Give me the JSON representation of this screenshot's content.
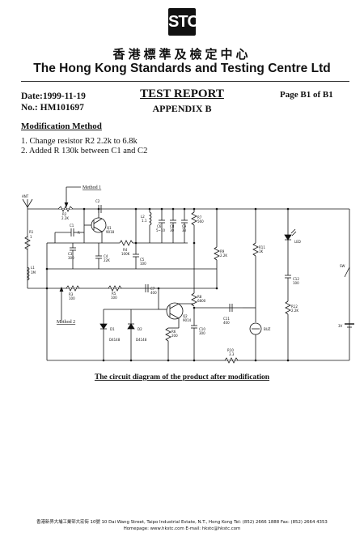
{
  "header": {
    "logo_text": "STC",
    "org_name_cn": "香港標準及檢定中心",
    "org_name_en": "The Hong Kong Standards and Testing Centre Ltd"
  },
  "report": {
    "date": "Date:1999-11-19",
    "number": "No.: HM101697",
    "title": "TEST REPORT",
    "appendix": "APPENDIX B",
    "page": "Page B1 of B1"
  },
  "modification": {
    "heading": "Modification Method",
    "items": [
      "1.  Change resistor R2 2.2k to 6.8k",
      "2.  Added R 130k between C1 and C2"
    ]
  },
  "circuit": {
    "method_1_label": "Method 1",
    "method_2_label": "Method 2",
    "components": {
      "ant": "ANT",
      "r2": "R2",
      "r2_val": "2.2K",
      "c2": "C2",
      "c2_val": "3",
      "q1": "Q1",
      "q1_val": "9018",
      "c1": "C1",
      "c1_val": "3",
      "r1_val": "R",
      "l2": "L2",
      "l2_val": "1.1",
      "c6": "C6",
      "c6_val": "5~10",
      "c8": "C8",
      "c8_val": "30",
      "c9": "C9",
      "c9_val": "33",
      "r7": "R7",
      "r7_val": "560",
      "r1": "R1",
      "r1_v": "1",
      "l1": "L1",
      "l1_val": "1M",
      "c3": "C3",
      "c3_val": "300",
      "c4": "C4",
      "c4_val": "22K",
      "c5": "C5",
      "c5_val": "100",
      "r4": "R4",
      "r4_val": "100K",
      "r3": "R3",
      "r3_val": "100",
      "r5": "R5",
      "r5_val": "100",
      "c7": "C7",
      "c7_val": "400",
      "r8": "R8",
      "r8_val": "6800",
      "r6": "R6",
      "r6_val": "200",
      "q2": "Q2",
      "q2_val": "9014",
      "c10": "C10",
      "c10_val": "300",
      "c11": "C11",
      "c11_val": "400",
      "r9": "R9",
      "r9_val": "2.2K",
      "r11": "R11",
      "r11_val": "1K",
      "led": "LED",
      "sw": "SW",
      "c12": "C12",
      "c12_val": "100",
      "r12": "R12",
      "r12_val": "2.2K",
      "bat": "3V",
      "d1": "D1",
      "d1_val": "D4148",
      "d2": "D2",
      "d2_val": "D4148",
      "r10": "R10",
      "r10_val": "3.3",
      "buzzer": "BUZ"
    }
  },
  "caption": "The circuit diagram of the product after modification",
  "footer": {
    "address": "香港新界大埔工業邨大宏街 10號 10 Dai Wang Street, Taipo Industrial Estate, N.T., Hong Kong   Tel: (852) 2666 1888   Fax: (852) 2664 4353",
    "web": "Homepage: www.hkstc.com   E-mail: hkstc@hkstc.com"
  }
}
